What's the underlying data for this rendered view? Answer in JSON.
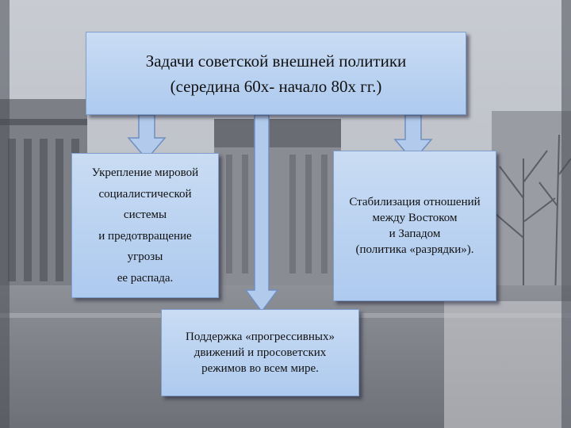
{
  "title": {
    "lines": [
      "Задачи советской внешней политики",
      "(середина 60х- начало 80х гг.)"
    ]
  },
  "left": {
    "lines": [
      "Укрепление мировой",
      "социалистической",
      "системы",
      "и предотвращение",
      "угрозы",
      "ее распада."
    ]
  },
  "right": {
    "lines": [
      "Стабилизация отношений",
      "между Востоком",
      "и Западом",
      "(политика «разрядки»)."
    ]
  },
  "bottom": {
    "lines": [
      "Поддержка «прогрессивных»",
      "движений и просоветских",
      "режимов во всем мире."
    ]
  },
  "colors": {
    "box_fill": "#b8d0f0",
    "arrow_fill": "#b2cbed",
    "arrow_stroke": "#6f8fbf"
  }
}
